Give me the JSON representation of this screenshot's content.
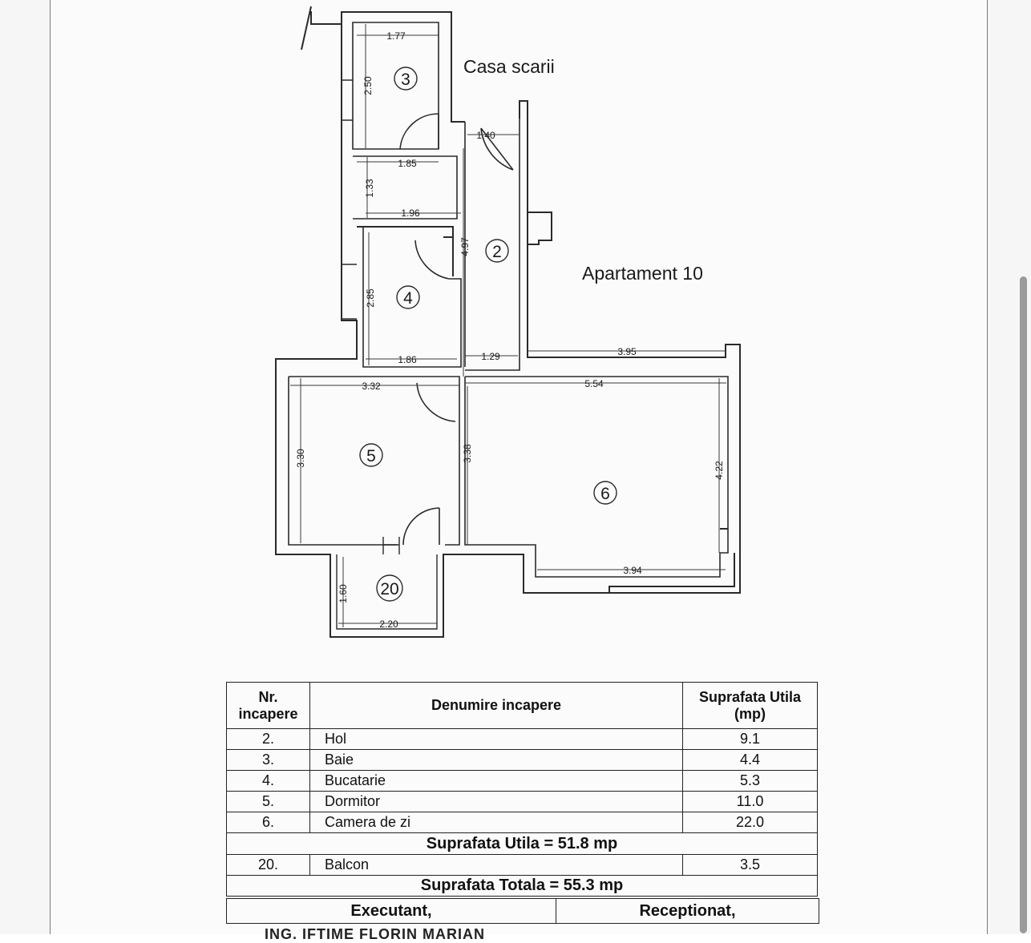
{
  "labels": {
    "stair": "Casa scarii",
    "apartment": "Apartament 10"
  },
  "room_numbers": {
    "r2": "2",
    "r3": "3",
    "r4": "4",
    "r5": "5",
    "r6": "6",
    "r20": "20"
  },
  "dimensions": {
    "d_177": "1.77",
    "d_250": "2.50",
    "d_140": "1.40",
    "d_185": "1.85",
    "d_133": "1.33",
    "d_196": "1.96",
    "d_497": "4.97",
    "d_285": "2.85",
    "d_186": "1.86",
    "d_129": "1.29",
    "d_395": "3.95",
    "d_332": "3.32",
    "d_554": "5.54",
    "d_330": "3.30",
    "d_338": "3.38",
    "d_422": "4.22",
    "d_394": "3.94",
    "d_160": "1.60",
    "d_220": "2.20"
  },
  "table": {
    "header": {
      "nr": "Nr. incapere",
      "name": "Denumire incapere",
      "area": "Suprafata Utila (mp)"
    },
    "rows": [
      {
        "nr": "2.",
        "name": "Hol",
        "area": "9.1"
      },
      {
        "nr": "3.",
        "name": "Baie",
        "area": "4.4"
      },
      {
        "nr": "4.",
        "name": "Bucatarie",
        "area": "5.3"
      },
      {
        "nr": "5.",
        "name": "Dormitor",
        "area": "11.0"
      },
      {
        "nr": "6.",
        "name": "Camera de zi",
        "area": "22.0"
      }
    ],
    "usable_total": "Suprafata Utila = 51.8 mp",
    "balcony": {
      "nr": "20.",
      "name": "Balcon",
      "area": "3.5"
    },
    "grand_total": "Suprafata Totala = 55.3 mp"
  },
  "signatures": {
    "executant": "Executant,",
    "receptionat": "Receptionat,"
  },
  "cut_off_text": "ING. IFTIME FLORIN MARIAN"
}
